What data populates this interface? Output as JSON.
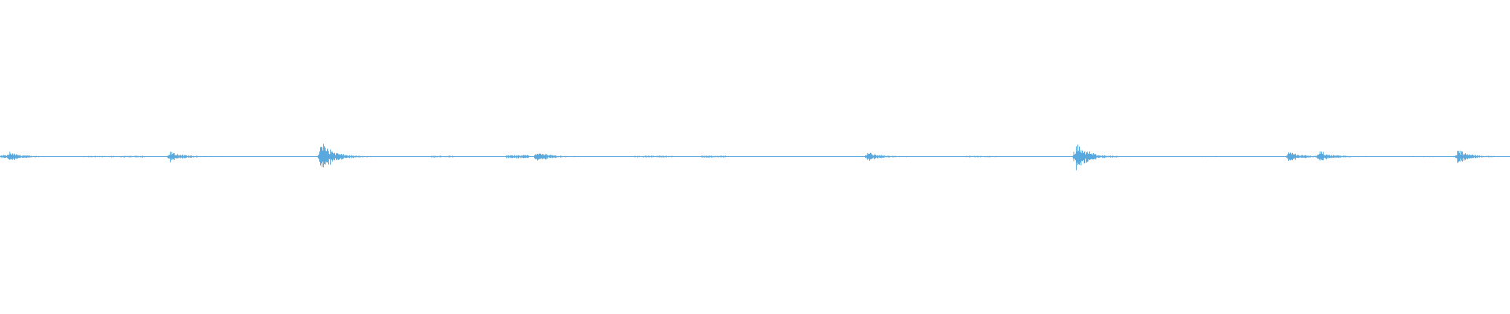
{
  "waveform": {
    "color": "#5aa9de",
    "duration": 1,
    "peak_amplitude": 1.0,
    "bursts": [
      {
        "time": 0.0055,
        "amplitude": 0.28
      },
      {
        "time": 0.112,
        "amplitude": 0.3
      },
      {
        "time": 0.212,
        "amplitude": 1.0
      },
      {
        "time": 0.355,
        "amplitude": 0.36
      },
      {
        "time": 0.574,
        "amplitude": 0.27
      },
      {
        "time": 0.712,
        "amplitude": 0.95
      },
      {
        "time": 0.853,
        "amplitude": 0.3
      },
      {
        "time": 0.873,
        "amplitude": 0.33
      },
      {
        "time": 0.965,
        "amplitude": 0.4
      }
    ],
    "noise_segments": [
      {
        "start": 0.0,
        "end": 0.005,
        "amplitude": 0.09
      },
      {
        "start": 0.055,
        "end": 0.075,
        "amplitude": 0.04
      },
      {
        "start": 0.08,
        "end": 0.095,
        "amplitude": 0.05
      },
      {
        "start": 0.285,
        "end": 0.3,
        "amplitude": 0.05
      },
      {
        "start": 0.335,
        "end": 0.35,
        "amplitude": 0.09
      },
      {
        "start": 0.42,
        "end": 0.445,
        "amplitude": 0.05
      },
      {
        "start": 0.465,
        "end": 0.48,
        "amplitude": 0.06
      },
      {
        "start": 0.64,
        "end": 0.66,
        "amplitude": 0.04
      },
      {
        "start": 0.795,
        "end": 0.805,
        "amplitude": 0.03
      },
      {
        "start": 0.935,
        "end": 0.95,
        "amplitude": 0.03
      }
    ]
  }
}
